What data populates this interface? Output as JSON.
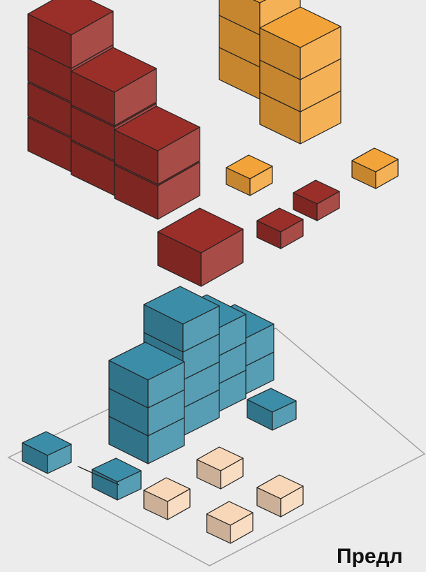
{
  "caption": "Предл",
  "colors": {
    "background": "#ececec",
    "red": "#9a2f2a",
    "orange": "#f2a43a",
    "teal": "#3c8ea8",
    "peach": "#f8d7b8",
    "outline": "#222222",
    "platform_edge": "#9a9a9a"
  },
  "groups": [
    {
      "name": "red-staircase",
      "color": "red",
      "cube_count": 10
    },
    {
      "name": "orange-block",
      "color": "orange",
      "cube_count": 6
    },
    {
      "name": "small-loose-cubes",
      "color": "mixed",
      "cube_count": 4
    },
    {
      "name": "teal-structure",
      "color": "teal",
      "cube_count": 14
    },
    {
      "name": "peach-cubes",
      "color": "peach",
      "cube_count": 4
    }
  ]
}
